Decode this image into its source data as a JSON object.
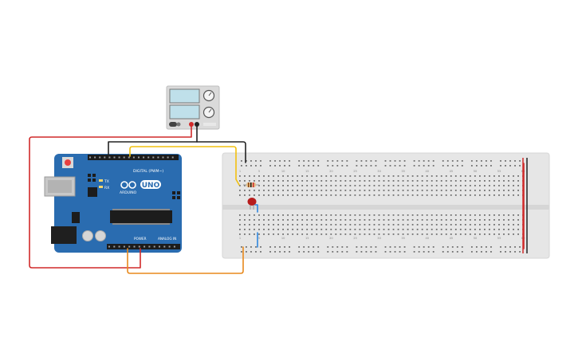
{
  "arduino": {
    "name": "UNO",
    "brand": "ARDUINO",
    "digital_label": "DIGITAL (PWM~)",
    "power_label": "POWER",
    "analog_label": "ANALOG IN",
    "tx_label": "TX",
    "rx_label": "RX",
    "board_color": "#2a6cb0"
  },
  "power_supply": {
    "body_color": "#d9d9d9",
    "display_color": "#bfe0ea"
  },
  "breadboard": {
    "column_numbers": [
      "1",
      "5",
      "10",
      "15",
      "20",
      "25",
      "30",
      "35",
      "40",
      "45",
      "50",
      "55",
      "60"
    ],
    "body_color": "#e8e8e8"
  },
  "wires": {
    "red": "#d12a2a",
    "black": "#222222",
    "yellow": "#f2c10f",
    "orange": "#e8891c",
    "blue": "#2e86de"
  }
}
